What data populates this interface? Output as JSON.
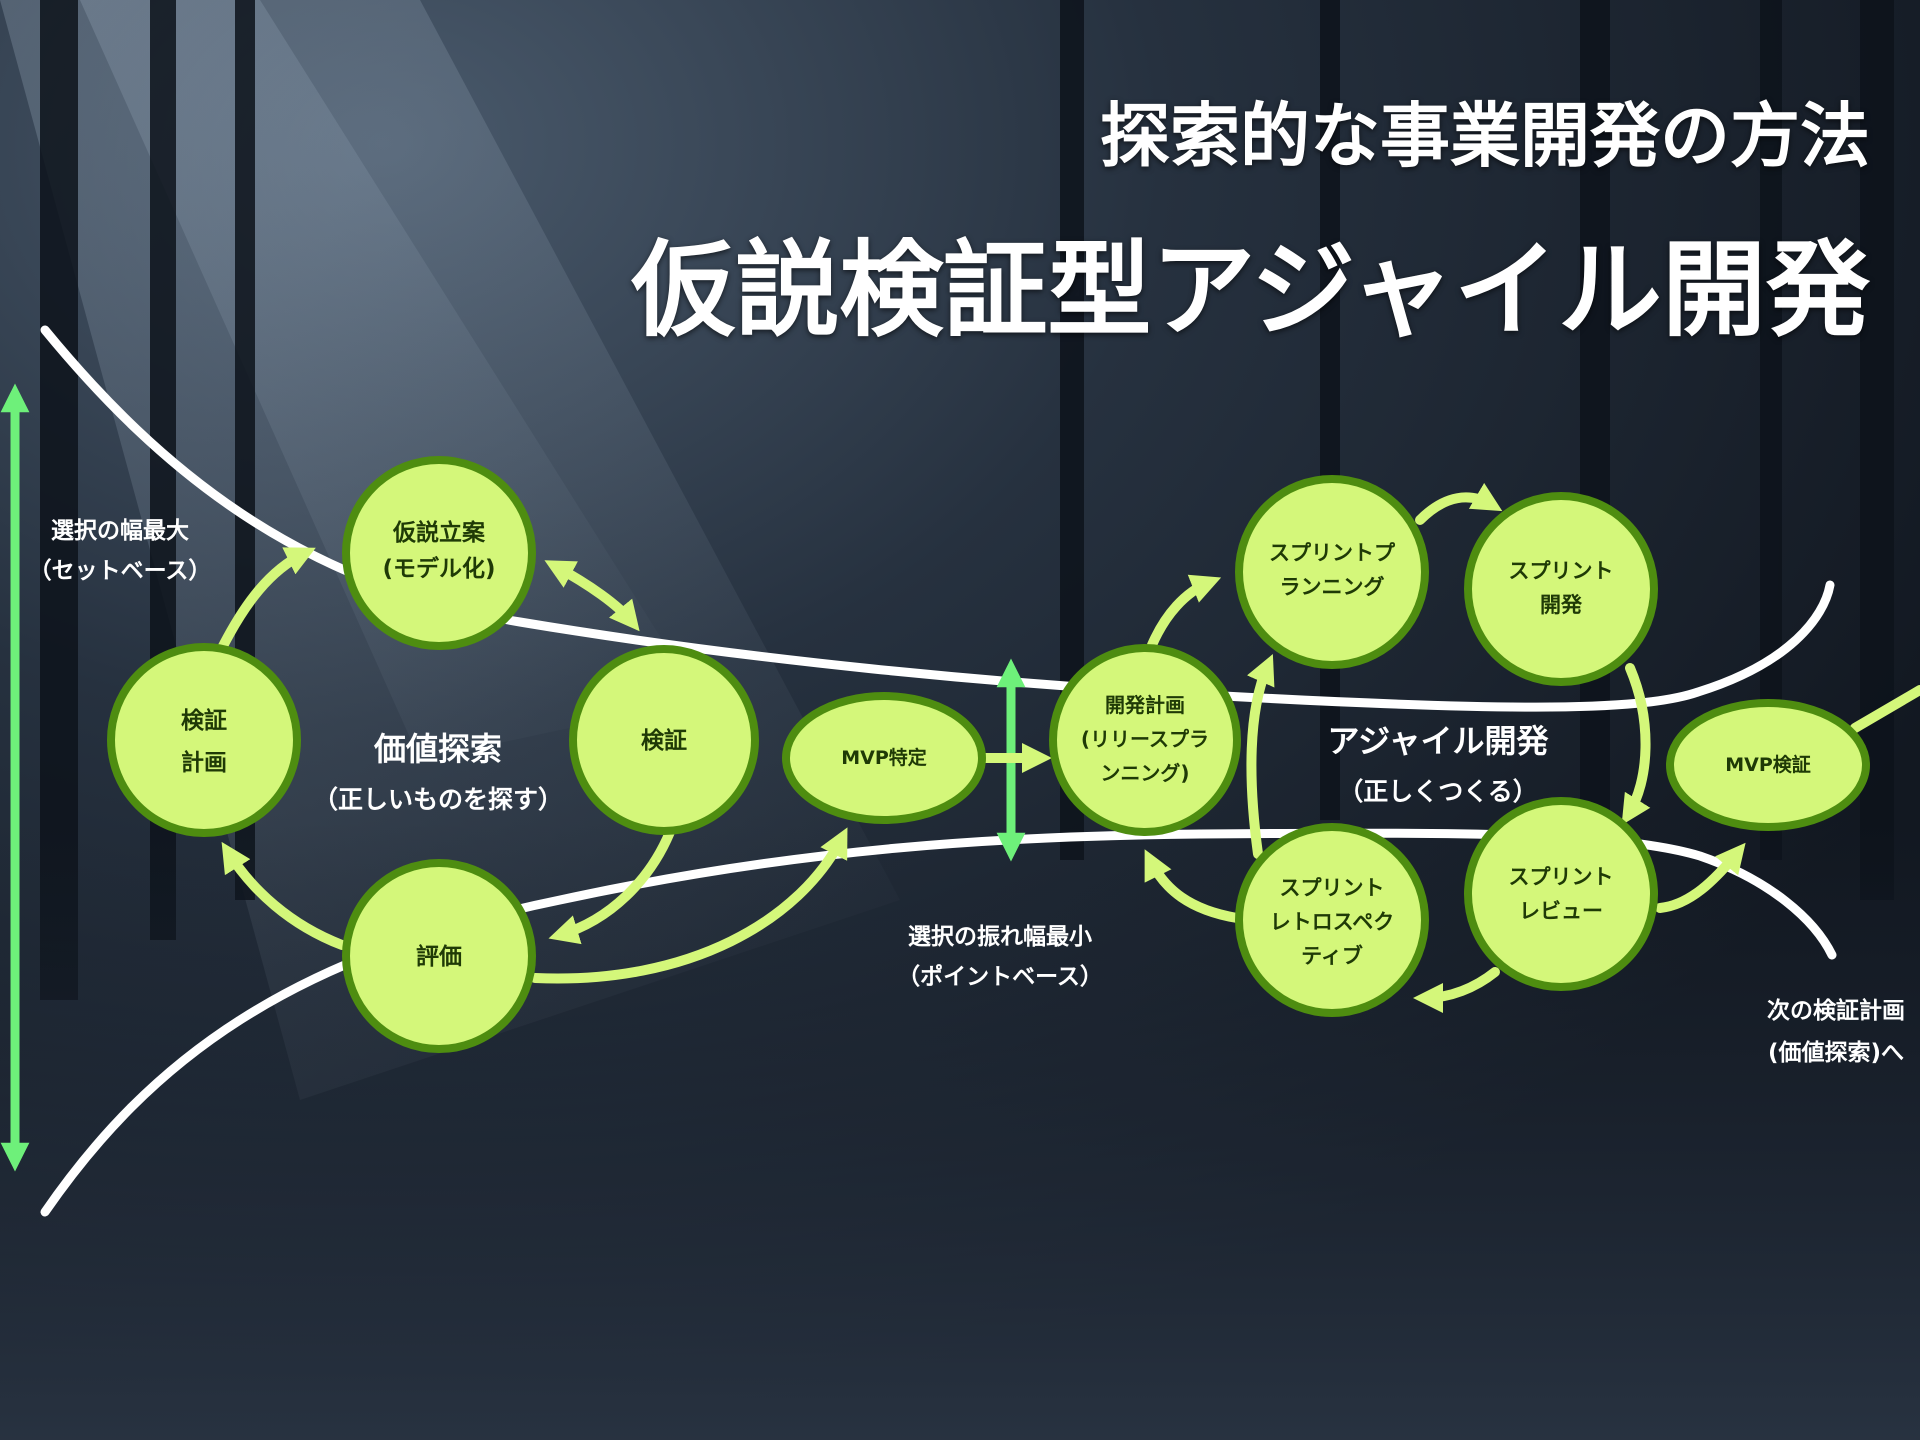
{
  "title": {
    "main": "探索的な事業開発の方法",
    "sub": "仮説検証型アジャイル開発"
  },
  "nodes": {
    "kasetsu_ritsuan": [
      "仮説立案",
      "(モデル化)"
    ],
    "kensho_keikaku": [
      "検証",
      "計画"
    ],
    "kensho": [
      "検証"
    ],
    "hyoka": [
      "評価"
    ],
    "mvp_tokutei": [
      "MVP特定"
    ],
    "kaihatsu_keikaku": [
      "開発計画",
      "(リリースプラ",
      "ンニング)"
    ],
    "sprint_planning": [
      "スプリントプ",
      "ランニング"
    ],
    "sprint_kaihatsu": [
      "スプリント",
      "開発"
    ],
    "sprint_review": [
      "スプリント",
      "レビュー"
    ],
    "sprint_retro": [
      "スプリント",
      "レトロスペク",
      "ティブ"
    ],
    "mvp_kensho": [
      "MVP検証"
    ]
  },
  "labels": {
    "kachi_tansaku": "価値探索",
    "kachi_tansaku_sub": "（正しいものを探す）",
    "agile": "アジャイル開発",
    "agile_sub": "（正しくつくる）",
    "sentaku_max": "選択の幅最大",
    "sentaku_max_sub": "（セットベース）",
    "sentaku_min": "選択の振れ幅最小",
    "sentaku_min_sub": "（ポイントベース）",
    "next_1": "次の検証計画",
    "next_2": "(価値探索)へ"
  },
  "colors": {
    "node_fill": "#d4f77a",
    "node_stroke": "#4e8d10",
    "arrow": "#d4f77a",
    "range_arrow": "#6ef07a",
    "curve": "#ffffff",
    "node_text": "#1f3a06"
  }
}
